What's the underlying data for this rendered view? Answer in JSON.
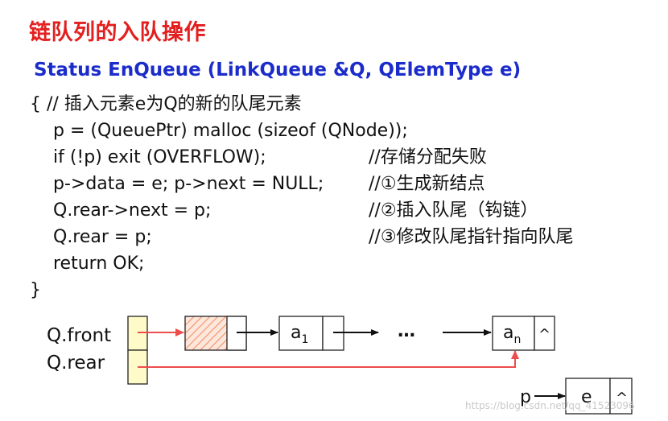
{
  "title": "链队列的入队操作",
  "signature": "Status EnQueue (LinkQueue &Q, QElemType e)",
  "code": {
    "line1": "{   // 插入元素e为Q的新的队尾元素",
    "line2": "p = (QueuePtr) malloc (sizeof (QNode));",
    "line3": "if (!p)  exit (OVERFLOW);",
    "line4": "p->data = e;   p->next = NULL;",
    "line5": "Q.rear->next = p;",
    "line6": "Q.rear = p;",
    "line7": "return OK;",
    "line8": "}"
  },
  "comments": {
    "c3": "//存储分配失败",
    "c4": "//①生成新结点",
    "c5": "//②插入队尾（钩链）",
    "c6": "//③修改队尾指针指向队尾"
  },
  "diagram": {
    "front_label": "Q.front",
    "rear_label": "Q.rear",
    "node_a1_base": "a",
    "node_a1_sub": "1",
    "ellipsis": "…",
    "node_an_base": "a",
    "node_an_sub": "n",
    "null_symbol": "^",
    "p_label": "p",
    "new_node_value": "e",
    "null_symbol_new": "^"
  },
  "colors": {
    "title": "#e31f1f",
    "signature": "#1b2ccb",
    "pointer_box_fill": "#fffbc8",
    "head_node_hatch": "#f08a5d",
    "arrow_red": "#ee4d4d"
  },
  "watermark": "https://blog.csdn.net/qq_41523096"
}
